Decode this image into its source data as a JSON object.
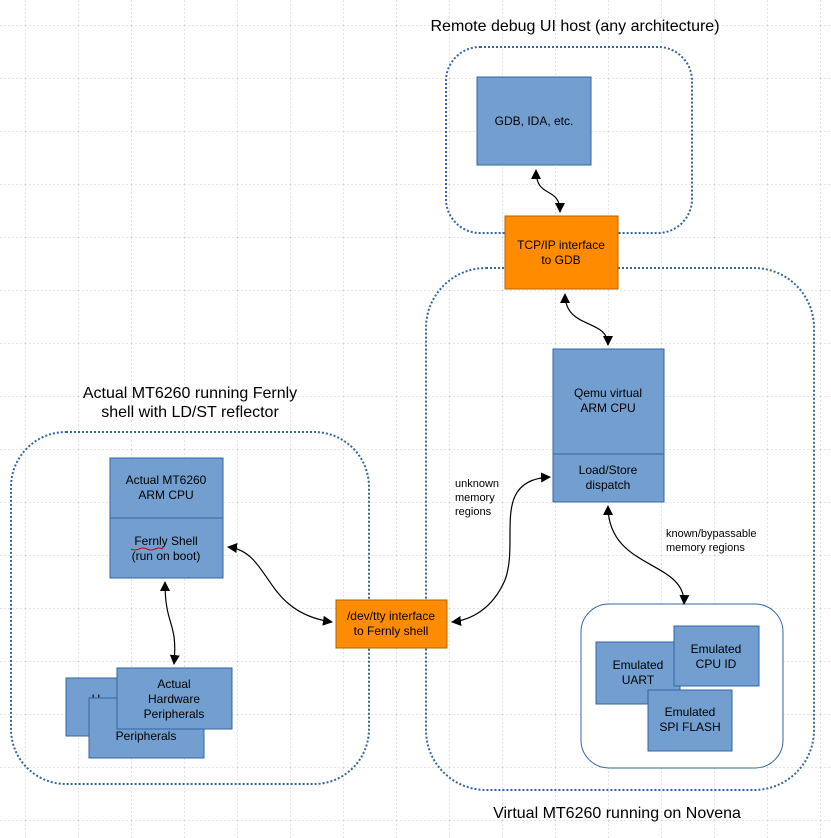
{
  "titles": {
    "remote_host": "Remote debug UI host (any architecture)",
    "actual_line1": "Actual MT6260 running Fernly",
    "actual_line2": "shell with LD/ST reflector",
    "virtual": "Virtual MT6260 running on Novena"
  },
  "boxes": {
    "gdb": "GDB, IDA, etc.",
    "tcp_line1": "TCP/IP interface",
    "tcp_line2": "to GDB",
    "qemu_line1": "Qemu virtual",
    "qemu_line2": "ARM CPU",
    "loadstore_line1": "Load/Store",
    "loadstore_line2": "dispatch",
    "actual_cpu_line1": "Actual MT6260",
    "actual_cpu_line2": "ARM CPU",
    "fernly_line1": "Fernly Shell",
    "fernly_line2": "(run on boot)",
    "devtty_line1": "/dev/tty interface",
    "devtty_line2": "to Fernly shell",
    "hw_back_fragment": "H",
    "hw_mid": "Peripherals",
    "hw_front_line1": "Actual",
    "hw_front_line2": "Hardware",
    "hw_front_line3": "Peripherals",
    "emu_uart_line1": "Emulated",
    "emu_uart_line2": "UART",
    "emu_cpuid_line1": "Emulated",
    "emu_cpuid_line2": "CPU ID",
    "emu_spi_line1": "Emulated",
    "emu_spi_line2": "SPI FLASH"
  },
  "labels": {
    "unknown_line1": "unknown",
    "unknown_line2": "memory",
    "unknown_line3": "regions",
    "known_line1": "known/bypassable",
    "known_line2": "memory regions"
  },
  "colors": {
    "blue_box": "#729fcf",
    "orange_box": "#ff8c00",
    "dotted_border": "#3465a4",
    "grid": "#c8c8c8"
  }
}
